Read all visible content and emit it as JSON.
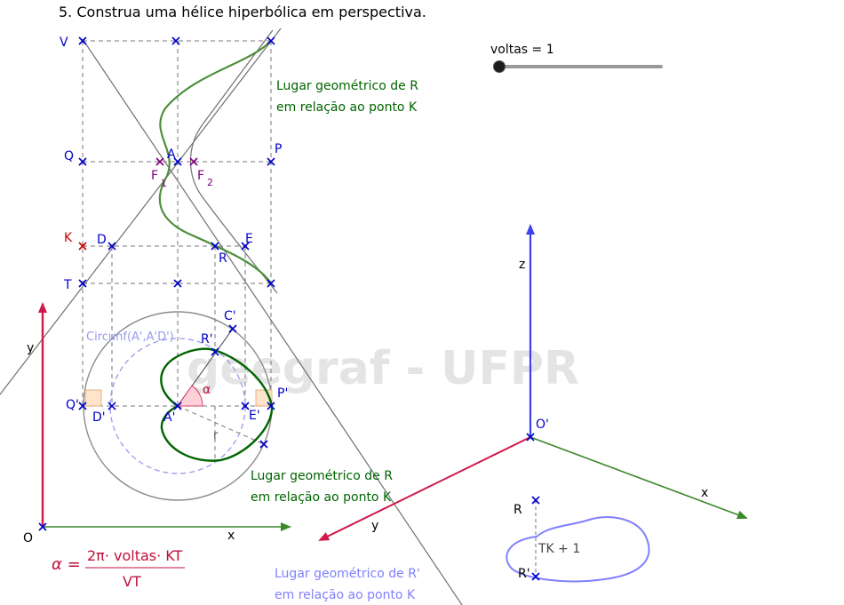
{
  "title": "5.  Construa uma hélice hiperbólica em perspectiva.",
  "slider": {
    "label": "voltas = 1",
    "value": 1
  },
  "watermark": "geegraf - UFPR",
  "locus_labels": {
    "r_k_top_line1": "Lugar geométrico de R",
    "r_k_top_line2": "em relação ao ponto K",
    "r_k_mid_line1": "Lugar geométrico de R",
    "r_k_mid_line2": "em relação ao ponto K",
    "rp_k_line1": "Lugar geométrico de R'",
    "rp_k_line2": "em relação ao ponto K"
  },
  "circle_label": "Circunf(A',A'D')",
  "angle_label": "α",
  "radius_label": "r",
  "formula": {
    "lhs": "α =",
    "numerator": "2π· voltas· KT",
    "denominator": "VT"
  },
  "tk_label": "TK + 1",
  "points": {
    "V": "V",
    "Q": "Q",
    "A": "A",
    "P": "P",
    "F1": "F",
    "F1_sub": "1",
    "F2": "F",
    "F2_sub": "2",
    "K": "K",
    "D": "D",
    "E": "E",
    "R": "R",
    "T": "T",
    "Cp": "C'",
    "Rp": "R'",
    "Qp": "Q'",
    "Dp": "D'",
    "Ap": "A'",
    "Ep": "E'",
    "Pp": "P'",
    "O": "O",
    "Op": "O'",
    "R3d": "R",
    "Rp3d": "R'"
  },
  "axes": {
    "y": "y",
    "x": "x",
    "z3d": "z",
    "y3d": "y",
    "x3d": "x"
  },
  "colors": {
    "point": "#0000cc",
    "k_point": "#cc0000",
    "focus": "#800080",
    "locus_green": "#006400",
    "helix_green": "#4e8f3d",
    "blue_locus": "#8080ff",
    "axis_red": "#d01848",
    "axis_green": "#3a8a2a",
    "axis_blue": "#4040ee",
    "angle_fill": "#ffd0d8",
    "square_fill": "#ffe4cc"
  }
}
